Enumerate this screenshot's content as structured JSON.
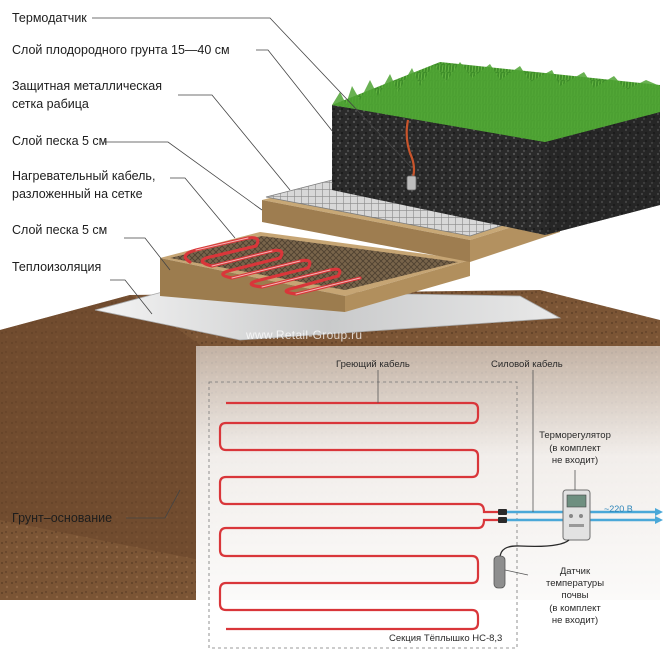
{
  "labels": {
    "thermo_sensor": "Термодатчик",
    "fertile_layer": "Слой плодородного грунта 15—40 см",
    "mesh_line1": "Защитная металлическая",
    "mesh_line2": "сетка рабица",
    "sand_top": "Слой песка 5 см",
    "cable_line1": "Нагревательный кабель,",
    "cable_line2": "разложенный на сетке",
    "sand_bottom": "Слой песка 5 см",
    "insulation": "Теплоизоляция",
    "base_soil": "Грунт–основание"
  },
  "watermark": "www.Retail-Group.ru",
  "scheme": {
    "heating_cable": "Греющий кабель",
    "power_cable": "Силовой кабель",
    "thermostat": "Терморегулятор",
    "thermostat_note1": "(в комплект",
    "thermostat_note2": "не входит)",
    "voltage": "~220 В",
    "soil_sensor1": "Датчик",
    "soil_sensor2": "температуры",
    "soil_sensor3": "почвы",
    "sensor_note1": "(в комплект",
    "sensor_note2": "не входит)",
    "section_name": "Секция Тёплышко НС-8,3"
  },
  "colors": {
    "soil_brown": "#7a5232",
    "sand": "#c9a877",
    "grass": "#3f8f2a",
    "black_soil": "#2b2b2b",
    "cable_red": "#d9363a",
    "power_blue": "#4aa8d8"
  }
}
